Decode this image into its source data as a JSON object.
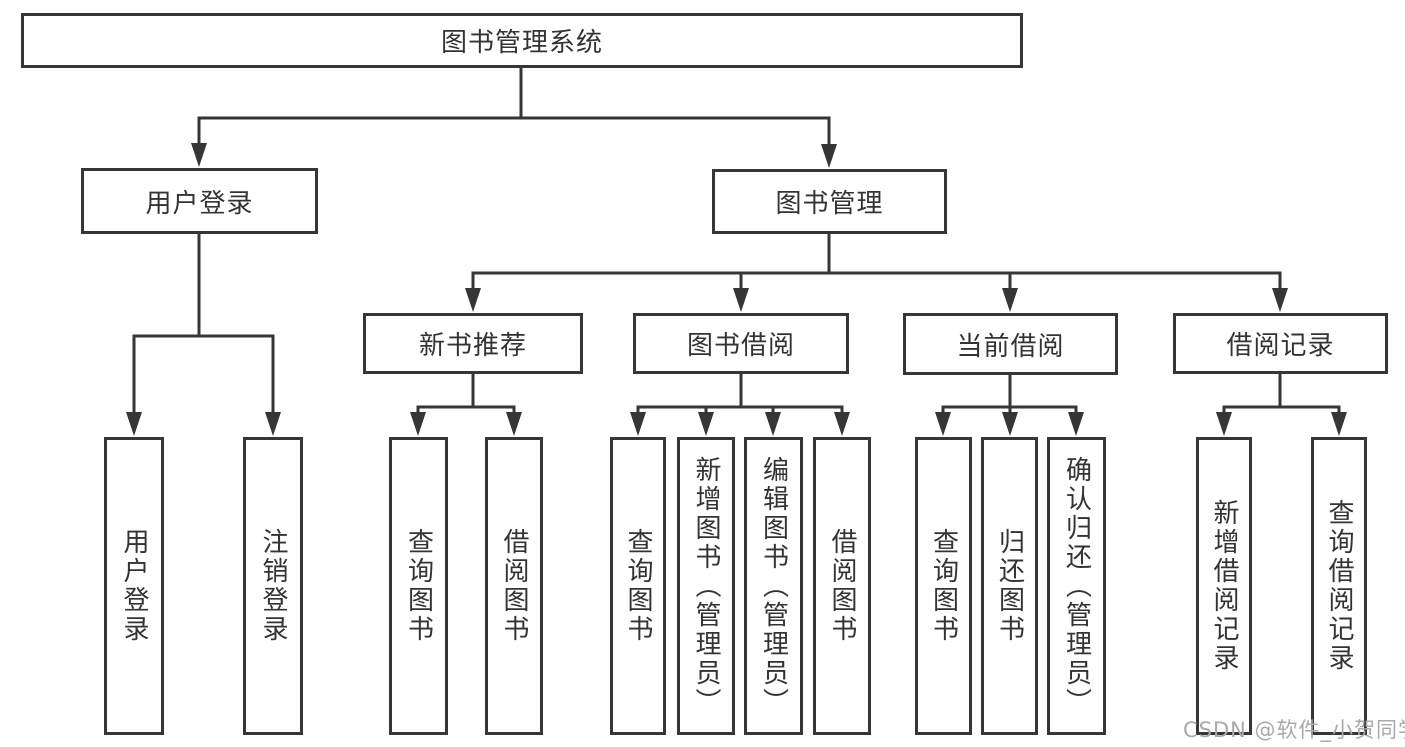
{
  "title": "图书管理系统",
  "watermark": "CSDN @软件_小贺同学",
  "colors": {
    "line": "#363636",
    "text": "#333333",
    "background": "#ffffff",
    "watermark": "#a9a9a9"
  },
  "tree": {
    "root": "图书管理系统",
    "branches": [
      {
        "label": "用户登录",
        "children": [
          "用户登录",
          "注销登录"
        ]
      },
      {
        "label": "图书管理",
        "groups": [
          {
            "label": "新书推荐",
            "children": [
              "查询图书",
              "借阅图书"
            ]
          },
          {
            "label": "图书借阅",
            "children": [
              "查询图书",
              "新增图书（管理员）",
              "编辑图书（管理员）",
              "借阅图书"
            ]
          },
          {
            "label": "当前借阅",
            "children": [
              "查询图书",
              "归还图书",
              "确认归还（管理员）"
            ]
          },
          {
            "label": "借阅记录",
            "children": [
              "新增借阅记录",
              "查询借阅记录"
            ]
          }
        ]
      }
    ]
  }
}
